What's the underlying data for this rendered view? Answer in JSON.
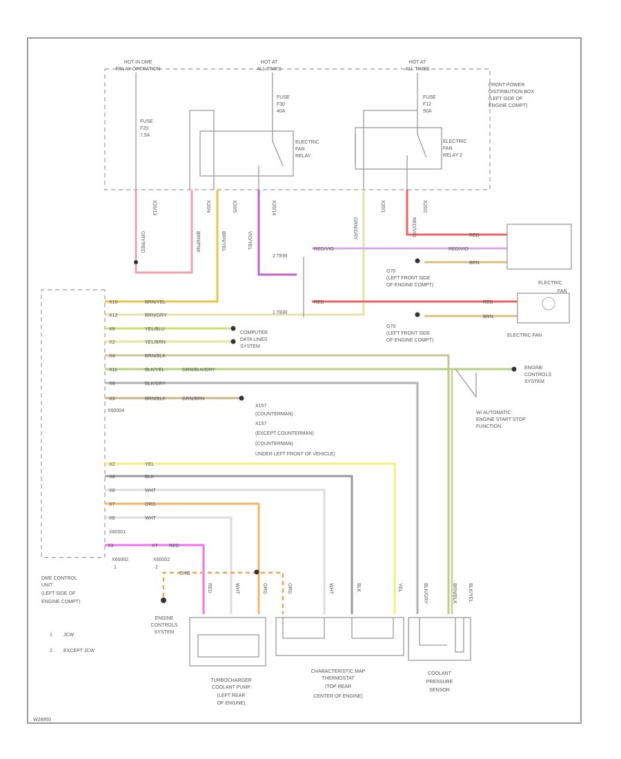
{
  "title": "Wiring Diagram - Electric Fan / Coolant Pump",
  "power": {
    "hot_dme": [
      "HOT IN DME",
      "RELAY OPERATION"
    ],
    "hot_all1": [
      "HOT AT",
      "ALL TIMES"
    ],
    "hot_all2": [
      "HOT AT",
      "ALL TIMES"
    ],
    "fuse1": [
      "FUSE",
      "F20",
      "7.5A"
    ],
    "fuse2": [
      "FUSE",
      "F30",
      "40A"
    ],
    "fuse3": [
      "FUSE",
      "F12",
      "50A"
    ],
    "relay1": [
      "ELECTRIC",
      "FAN",
      "RELAY"
    ],
    "relay2": [
      "ELECTRIC",
      "FAN",
      "RELAY 2"
    ],
    "box": [
      "FRONT POWER",
      "DISTRIBUTION BOX",
      "(LEFT SIDE OF",
      "ENGINE COMPT)"
    ]
  },
  "vertical_wires": [
    "GRY/RED",
    "BRN/PNK",
    "BRN/YEL",
    "VIO/YEL",
    "GRN/GRY",
    "RED/VIO"
  ],
  "pins": [
    "X20/13",
    "X20/4",
    "X20/5",
    "X20/14",
    "X20/1",
    "X20/2"
  ],
  "ground1": [
    "G70",
    "(LEFT FRONT SIDE",
    "OF ENGINE COMPT)"
  ],
  "ground2": [
    "G70",
    "(LEFT FRONT SIDE",
    "OF ENGINE COMPT)"
  ],
  "fan_motor": {
    "wires": [
      "RED",
      "RED/VIO",
      "BRN"
    ],
    "label": "ELECTRIC FAN"
  },
  "electric_fan": {
    "wires": [
      "RED",
      "BRN"
    ],
    "top": [
      "ELECTRIC",
      "FAN"
    ]
  },
  "speed": {
    "two": "2 TEIR",
    "one": "1 TEIR"
  },
  "dme": {
    "rows": [
      {
        "pin": "X10",
        "wire": "BRN/YEL",
        "color": "#e8c548"
      },
      {
        "pin": "X12",
        "wire": "BRN/GRY",
        "color": "#e4e3a8"
      },
      {
        "pin": "X9",
        "wire": "YEL/BLU",
        "color": "#cde070"
      },
      {
        "pin": "X2",
        "wire": "YEL/BRN",
        "color": "#e6e59a"
      },
      {
        "pin": "X4",
        "wire": "BRN/BLK",
        "color": "#c9c39a"
      },
      {
        "pin": "X11",
        "wire": "BLK/YEL",
        "color": "#b8cf80"
      },
      {
        "pin": "X8",
        "wire": "BLK/GRY",
        "color": "#b0b0b0"
      },
      {
        "pin": "X3",
        "wire": "BRN/BLK",
        "color": "#c9b38a"
      }
    ],
    "row_extra": [
      "GRN/BLK/GRY",
      "GRN/BRN"
    ],
    "conn": "X60004",
    "computer": [
      "COMPUTER",
      "DATA LINES",
      "SYSTEM"
    ],
    "engine_ctrl": [
      "ENGINE",
      "CONTROLS",
      "SYSTEM"
    ],
    "auto_stop": [
      "W/ AUTOMATIC",
      "ENGINE START STOP",
      "FUNCTION"
    ],
    "notes": [
      "X157",
      "(COUNTERMAN)",
      "X157",
      "(EXCEPT COUNTERMAN)",
      "(COUNTERMAN)",
      "UNDER LEFT FRONT OF VEHICLE)"
    ],
    "rows2": [
      {
        "pin": "X2",
        "wire": "YEL",
        "color": "#f2f07a"
      },
      {
        "pin": "X6",
        "wire": "BLK",
        "color": "#999999"
      },
      {
        "pin": "X8",
        "wire": "WHT",
        "color": "#dddddd"
      },
      {
        "pin": "X7",
        "wire": "ORG",
        "color": "#f4b36a"
      },
      {
        "pin": "X8",
        "wire": "WHT",
        "color": "#dddddd"
      }
    ],
    "conn2": "X60001",
    "mag_pin": "X3",
    "mag_pin2": "X7",
    "mag_wire": "RED",
    "conn3": [
      "X60002",
      "1"
    ],
    "conn4": [
      "X60002",
      "2"
    ],
    "org_wire": "ORG",
    "label": [
      "DME CONTROL",
      "UNIT",
      "(LEFT SIDE OF",
      "ENGINE COMPT)"
    ],
    "engine_ctrl2": [
      "ENGINE",
      "CONTROLS",
      "SYSTEM"
    ]
  },
  "legend": [
    {
      "n": "1",
      "t": "JCW"
    },
    {
      "n": "2",
      "t": "EXCEPT JCW"
    }
  ],
  "components": {
    "pump": [
      "TURBOCHARGER",
      "COOLANT PUMP",
      "(LEFT REAR",
      "OF ENGINE)"
    ],
    "thermo": [
      "CHARACTERISTIC MAP",
      "THERMOSTAT",
      "(TOP REAR",
      "CENTER OF ENGINE)"
    ],
    "sensor": [
      "COOLANT",
      "PRESSURE",
      "SENSOR"
    ]
  },
  "bottom_wires": [
    "RED",
    "WHT",
    "ORG",
    "ORG",
    "WHT",
    "BLK",
    "YEL",
    "BLK/GRY",
    "BRN/BLK",
    "BLK/YEL"
  ],
  "footer_id": "W28950"
}
